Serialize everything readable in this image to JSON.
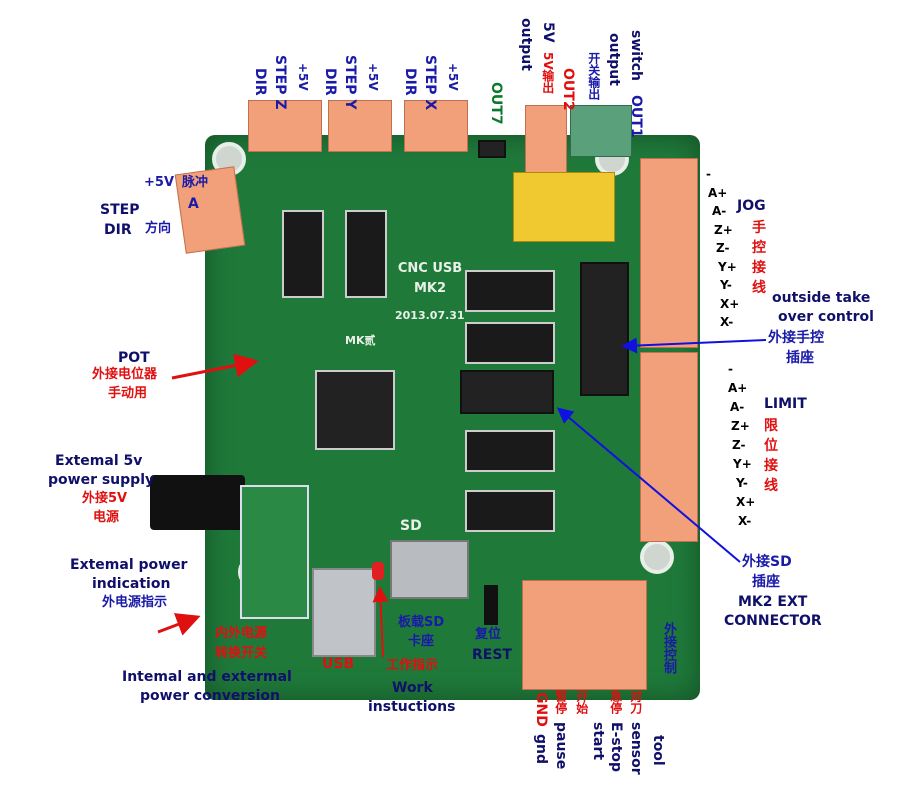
{
  "board": {
    "title": "CNC USB",
    "model": "MK2",
    "date": "2013.07.31",
    "sd_silk": "SD",
    "mk_silk": "MK贰"
  },
  "top": {
    "z": {
      "dir": "DIR",
      "step": "STEP Z",
      "v": "+5V"
    },
    "y": {
      "dir": "DIR",
      "step": "STEP Y",
      "v": "+5V"
    },
    "x": {
      "dir": "DIR",
      "step": "STEP X",
      "v": "+5V"
    },
    "out7": "OUT7",
    "out2": {
      "en1": "output",
      "en2": "5V",
      "cn": "5V输出",
      "name": "OUT2"
    },
    "out1": {
      "cn": "开关输出",
      "en1": "output",
      "en2": "switch",
      "name": "OUT1"
    }
  },
  "a_axis": {
    "v": "+5V",
    "v_cn": "脉冲",
    "name": "A",
    "step": "STEP",
    "dir": "DIR",
    "dir_cn": "方向"
  },
  "jog": {
    "pins": [
      "-",
      "A+",
      "A-",
      "Z+",
      "Z-",
      "Y+",
      "Y-",
      "X+",
      "X-"
    ],
    "title": "JOG",
    "cn": "手控接线"
  },
  "takeover": {
    "en1": "outside take",
    "en2": "over control",
    "cn1": "外接手控",
    "cn2": "插座"
  },
  "limit": {
    "pins": [
      "-",
      "A+",
      "A-",
      "Z+",
      "Z-",
      "Y+",
      "Y-",
      "X+",
      "X-"
    ],
    "title": "LIMIT",
    "cn": "限位接线"
  },
  "ext": {
    "cn1": "外接SD",
    "cn2": "插座",
    "en1": "MK2 EXT",
    "en2": "CONNECTOR"
  },
  "pot": {
    "title": "POT",
    "cn1": "外接电位器",
    "cn2": "手动用"
  },
  "ext5v": {
    "en1": "Extemal 5v",
    "en2": "power supply",
    "cn1": "外接5V",
    "cn2": "电源"
  },
  "extpower": {
    "en1": "Extemal power",
    "en2": "indication",
    "cn": "外电源指示"
  },
  "switch": {
    "cn1": "内外电源",
    "cn2": "转换开关",
    "en1": "Intemal and extermal",
    "en2": "power conversion"
  },
  "usb": "USB",
  "sd": {
    "cn1": "板载SD",
    "cn2": "卡座"
  },
  "work": {
    "cn": "工作指示",
    "en1": "Work",
    "en2": "instuctions"
  },
  "reset": {
    "cn": "复位",
    "en": "REST"
  },
  "control": {
    "title": "外接控制",
    "pins": [
      {
        "cn": "GND",
        "en": "gnd"
      },
      {
        "cn": "暂停",
        "en": "pause"
      },
      {
        "cn": "开始",
        "en": "start"
      },
      {
        "cn": "急停",
        "en": "E-stop"
      },
      {
        "cn": "对刀",
        "en": "sensor"
      },
      {
        "cn": "",
        "en": "tool"
      }
    ]
  }
}
